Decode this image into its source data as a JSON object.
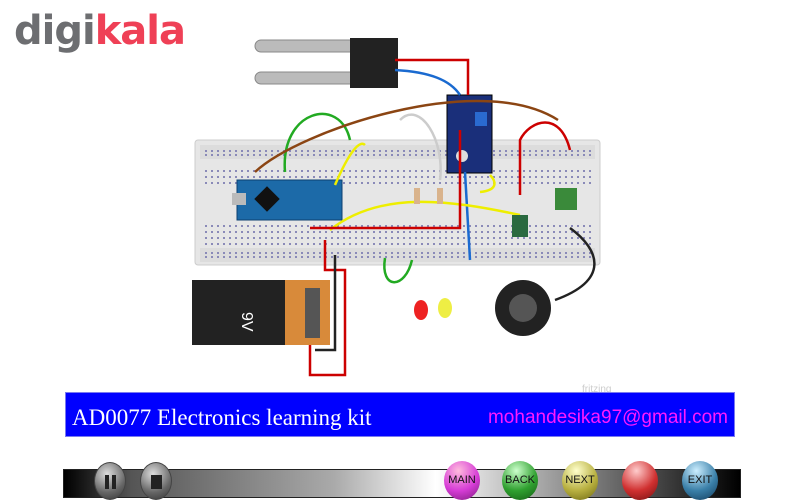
{
  "logo": {
    "part1": "digi",
    "part2": "kala"
  },
  "circuit": {
    "battery_label": "9V",
    "watermark": "fritzing"
  },
  "banner": {
    "title": "AD0077 Electronics learning kit",
    "email": "mohandesika97@gmail.com"
  },
  "toolbar": {
    "main": "MAIN",
    "back": "BACK",
    "next": "NEXT",
    "exit": "EXIT"
  },
  "colors": {
    "banner": "#0000ff",
    "email": "#ff19ff",
    "main": "#d63cd6",
    "back": "#2fa02f",
    "next": "#b8b040",
    "red": "#d03030",
    "exit": "#3a7fa8"
  }
}
